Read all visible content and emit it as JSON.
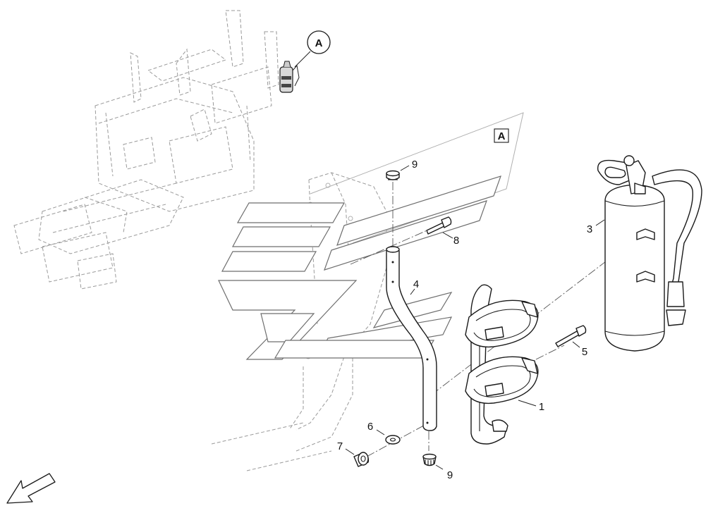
{
  "diagram": {
    "detail_marker": "A",
    "detail_box_label": "A",
    "callouts": {
      "c1": "1",
      "c3": "3",
      "c4": "4",
      "c5": "5",
      "c6": "6",
      "c7": "7",
      "c8": "8",
      "c9_top": "9",
      "c9_bottom": "9"
    },
    "icons": {
      "direction": "front-direction-arrow-icon"
    },
    "colors": {
      "line": "#1a1a1a",
      "ghost": "#9a9a9a",
      "background": "#ffffff"
    }
  }
}
